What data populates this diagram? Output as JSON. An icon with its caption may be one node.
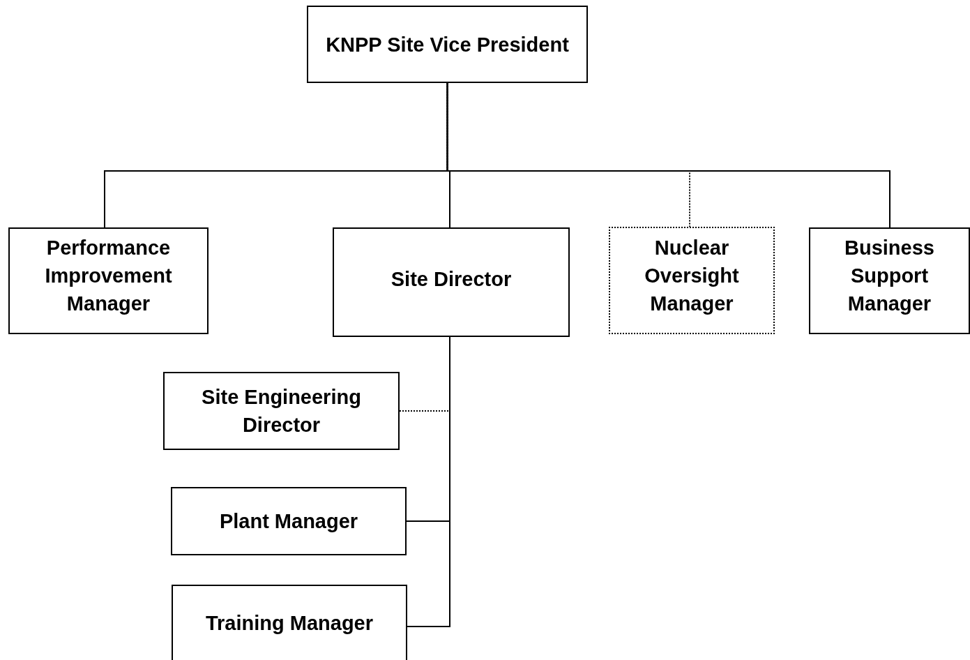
{
  "diagram": {
    "nodes": [
      {
        "text": [
          "KNPP Site Vice President"
        ]
      },
      {
        "text": [
          "Performance Improvement Manager"
        ]
      },
      {
        "text": [
          "Site Director"
        ]
      },
      {
        "text": [
          "Nuclear Oversight Manager"
        ]
      },
      {
        "text": [
          "Business Support Manager"
        ]
      },
      {
        "text": [
          "Site Engineering Director"
        ]
      },
      {
        "text": [
          "Plant Manager"
        ]
      },
      {
        "text": [
          "Training Manager"
        ]
      }
    ],
    "edges": [
      {
        "from": 0,
        "to": 1,
        "arrow": "none"
      },
      {
        "from": 0,
        "to": 2,
        "arrow": "none"
      },
      {
        "from": 0,
        "to": 3,
        "arrow": "none",
        "style": "dashed"
      },
      {
        "from": 0,
        "to": 4,
        "arrow": "none"
      },
      {
        "from": 2,
        "to": 5,
        "arrow": "none",
        "style": "dashed"
      },
      {
        "from": 2,
        "to": 6,
        "arrow": "none"
      },
      {
        "from": 2,
        "to": 7,
        "arrow": "none"
      }
    ]
  }
}
